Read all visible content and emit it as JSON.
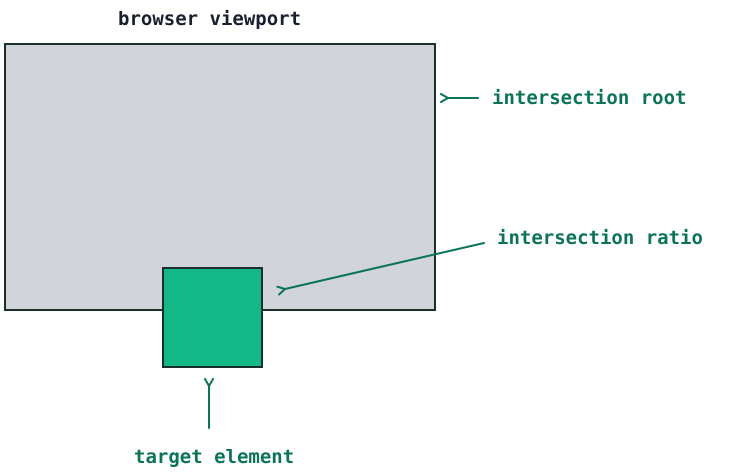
{
  "labels": {
    "viewport": "browser viewport",
    "root": "intersection root",
    "ratio": "intersection ratio",
    "target": "target element"
  },
  "colors": {
    "viewport_fill": "#d1d5db",
    "viewport_stroke": "#1a2e2a",
    "target_fill": "#13b886",
    "accent": "#0b7358",
    "title_text": "#1a1f2e"
  }
}
